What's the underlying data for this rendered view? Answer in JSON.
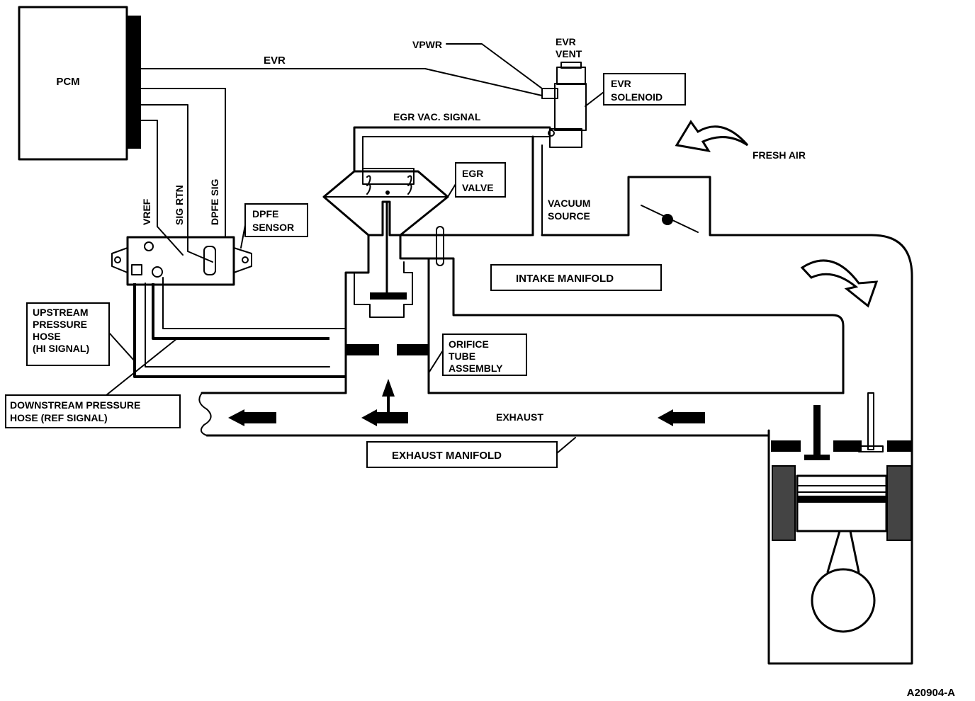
{
  "labels": {
    "pcm": "PCM",
    "evr": "EVR",
    "vpwr": "VPWR",
    "evr_vent_line1": "EVR",
    "evr_vent_line2": "VENT",
    "evr_solenoid_line1": "EVR",
    "evr_solenoid_line2": "SOLENOID",
    "egr_vac_signal": "EGR VAC. SIGNAL",
    "fresh_air": "FRESH AIR",
    "egr_valve_line1": "EGR",
    "egr_valve_line2": "VALVE",
    "vacuum_source_line1": "VACUUM",
    "vacuum_source_line2": "SOURCE",
    "vref": "VREF",
    "sig_rtn": "SIG RTN",
    "dpfe_sig": "DPFE SIG",
    "dpfe_sensor_line1": "DPFE",
    "dpfe_sensor_line2": "SENSOR",
    "intake_manifold": "INTAKE MANIFOLD",
    "upstream_line1": "UPSTREAM",
    "upstream_line2": "PRESSURE",
    "upstream_line3": "HOSE",
    "upstream_line4": "(HI SIGNAL)",
    "orifice_line1": "ORIFICE",
    "orifice_line2": "TUBE",
    "orifice_line3": "ASSEMBLY",
    "downstream_line1": "DOWNSTREAM PRESSURE",
    "downstream_line2": "HOSE (REF SIGNAL)",
    "exhaust": "EXHAUST",
    "exhaust_manifold": "EXHAUST MANIFOLD",
    "figure_id": "A20904-A"
  }
}
